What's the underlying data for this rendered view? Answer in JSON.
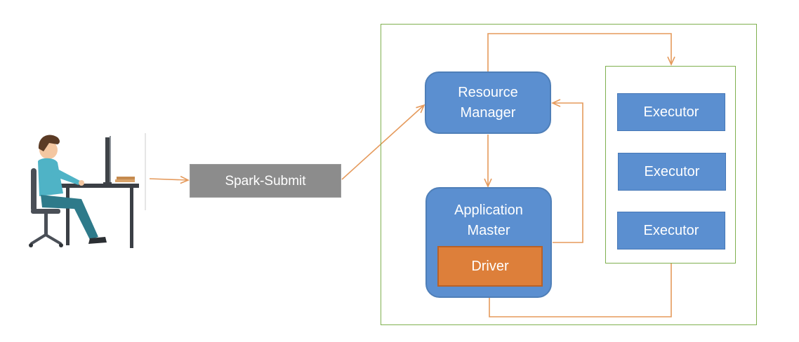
{
  "diagram": {
    "spark_submit": "Spark-Submit",
    "resource_manager": [
      "Resource",
      "Manager"
    ],
    "application_master": [
      "Application",
      "Master"
    ],
    "driver": "Driver",
    "executors": [
      "Executor",
      "Executor",
      "Executor"
    ]
  },
  "colors": {
    "node_blue": "#5b8fd0",
    "spark_submit_gray": "#8c8c8c",
    "driver_orange": "#dd7f3a",
    "connector_orange": "#e59a5c",
    "cluster_border_green": "#7fb04f"
  },
  "icons": {
    "user": "person-at-desk-computer-icon"
  }
}
